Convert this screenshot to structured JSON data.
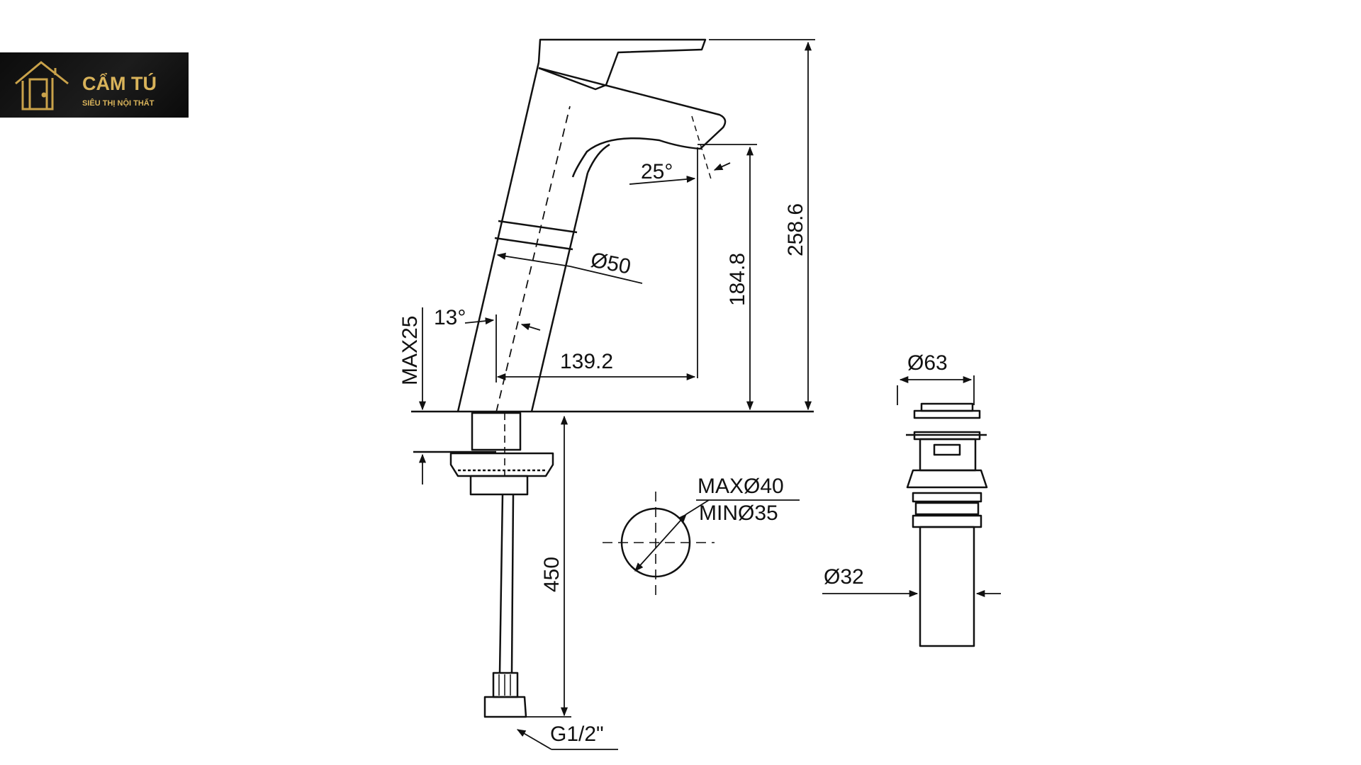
{
  "logo": {
    "name": "CẨM TÚ",
    "tagline": "SIÊU THỊ NỘI THẤT",
    "accent": "#c9a24a"
  },
  "dimensions": {
    "total_height": "258.6",
    "spout_height": "184.8",
    "spout_reach": "139.2",
    "body_diameter": "Ø50",
    "spout_angle": "25°",
    "tilt_angle": "13°",
    "max_deck": "MAX25",
    "hose_length": "450",
    "hose_thread": "G1/2\"",
    "hole_max": "MAXØ40",
    "hole_min": "MINØ35",
    "drain_cap": "Ø63",
    "drain_pipe": "Ø32"
  },
  "colors": {
    "line": "#111111",
    "background": "#ffffff"
  }
}
